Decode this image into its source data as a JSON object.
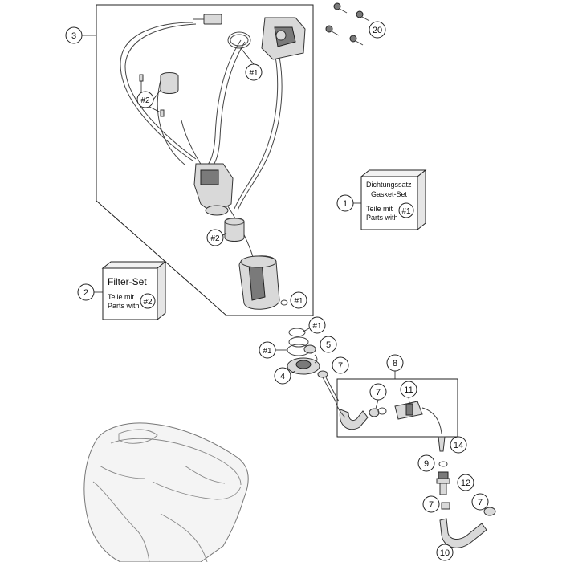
{
  "callouts": {
    "c1": "1",
    "c2": "2",
    "c3": "3",
    "c4": "4",
    "c5": "5",
    "c7": "7",
    "c8": "8",
    "c9": "9",
    "c10": "10",
    "c11": "11",
    "c12": "12",
    "c14": "14",
    "c20": "20",
    "ref1": "#1",
    "ref2": "#2"
  },
  "gasket_set": {
    "title_de": "Dichtungssatz",
    "title_en": "Gasket-Set",
    "parts_de": "Teile mit",
    "parts_en": "Parts with",
    "ref": "#1"
  },
  "filter_set": {
    "title": "Filter-Set",
    "parts_de": "Teile mit",
    "parts_en": "Parts with",
    "ref": "#2"
  }
}
